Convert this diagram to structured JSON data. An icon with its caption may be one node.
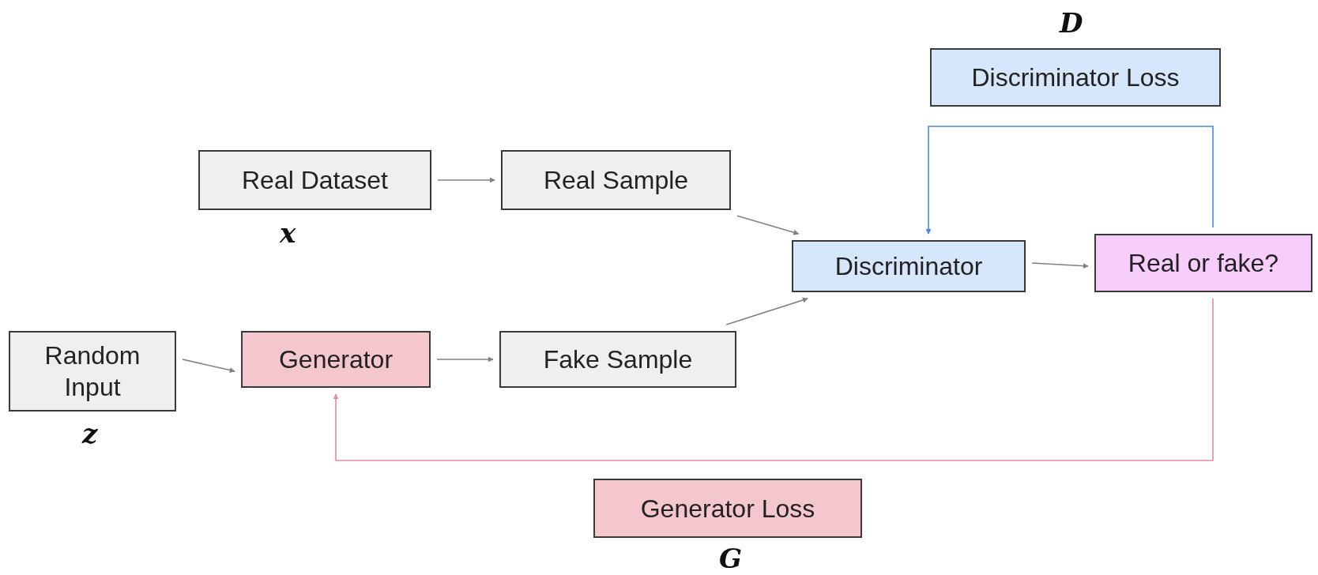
{
  "diagram": {
    "nodes": [
      {
        "text": [
          "Discriminator Loss"
        ],
        "beside": [
          "D"
        ]
      },
      {
        "text": [
          "Real Dataset"
        ],
        "beside": [
          "x"
        ]
      },
      {
        "text": [
          "Real Sample"
        ]
      },
      {
        "text": [
          "Discriminator"
        ]
      },
      {
        "text": [
          "Real or fake?"
        ]
      },
      {
        "text": [
          "Random Input"
        ],
        "beside": [
          "z"
        ]
      },
      {
        "text": [
          "Generator"
        ]
      },
      {
        "text": [
          "Fake Sample"
        ]
      },
      {
        "text": [
          "Generator Loss"
        ],
        "beside": [
          "G"
        ]
      }
    ],
    "edges": [
      {
        "from": 1,
        "to": 2,
        "arrow": "to"
      },
      {
        "from": 2,
        "to": 3,
        "arrow": "to"
      },
      {
        "from": 7,
        "to": 3,
        "arrow": "to"
      },
      {
        "from": 5,
        "to": 6,
        "arrow": "to"
      },
      {
        "from": 6,
        "to": 7,
        "arrow": "to"
      },
      {
        "from": 3,
        "to": 4,
        "arrow": "to"
      },
      {
        "from": 4,
        "to": 3,
        "arrow": "to",
        "color": "#4a86e8"
      },
      {
        "from": 4,
        "to": 6,
        "arrow": "to",
        "color": "#e8899c"
      }
    ]
  }
}
